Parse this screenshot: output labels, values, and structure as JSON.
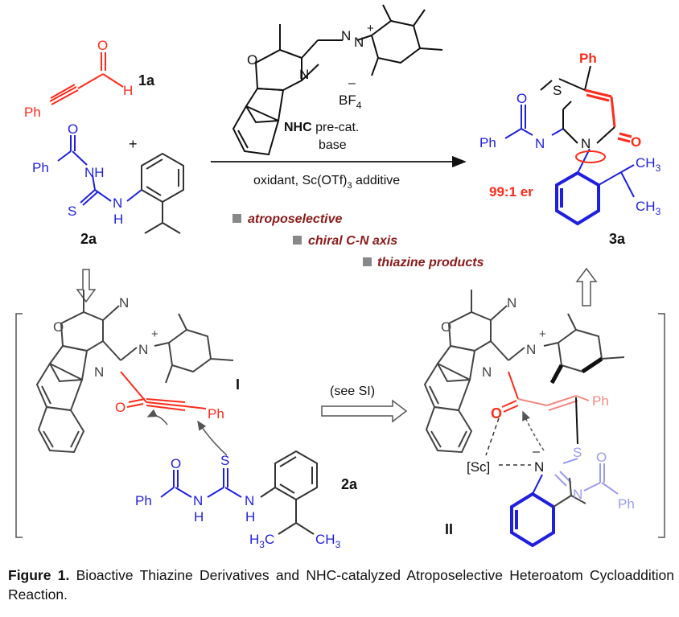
{
  "colors": {
    "red": "#ff2a1a",
    "blue": "#1f1fe0",
    "dark_red": "#8b1a1a",
    "gray": "#444444",
    "black": "#111111",
    "pale_red": "#f08a80",
    "pale_blue": "#9b9bf0"
  },
  "labels": {
    "ph_1a": "Ph",
    "h_1a": "H",
    "o_1a": "O",
    "num_1a": "1a",
    "plus": "+",
    "ph_2a": "Ph",
    "o_2a": "O",
    "nh1_2a": "NH",
    "s_2a": "S",
    "nh2_n_2a": "N",
    "nh2_h_2a": "H",
    "num_2a": "2a",
    "cat_o": "O",
    "cat_n_a": "N",
    "cat_n_b": "N",
    "cat_n_c": "N",
    "cat_plus": "+",
    "bf4": "BF",
    "bf4_sub": "4",
    "bf4_minus": "–",
    "nhc_bold": "NHC",
    "nhc_rest": " pre-cat.",
    "base": "base",
    "oxidant_pre": "oxidant, Sc(OTf)",
    "oxidant_sub": "3",
    "oxidant_post": " additive",
    "feature_1": "atroposelective",
    "feature_2": "chiral C-N axis",
    "feature_3": "thiazine products",
    "p_ph_top": "Ph",
    "p_s": "S",
    "p_o_amide": "O",
    "p_ph_left": "Ph",
    "p_n_imine": "N",
    "p_n_ring": "N",
    "p_o_keto": "O",
    "ch3_top": "CH",
    "ch3_top_sub": "3",
    "ch3_bot": "CH",
    "ch3_bot_sub": "3",
    "er": "99:1 er",
    "num_3a": "3a",
    "i_o": "O",
    "i_n_a": "N",
    "i_n_b": "N",
    "i_n_c": "N",
    "i_plus": "+",
    "i_label": "I",
    "i_o_acyl": "O",
    "i_ph": "Ph",
    "i_s": "S",
    "i_o_amide": "O",
    "i_ph_amide": "Ph",
    "i_n1": "N",
    "i_h1": "H",
    "i_n2": "N",
    "i_h2": "H",
    "h3c": "H",
    "h3c_sub": "3",
    "h3c_c": "C",
    "i_ch3": "CH",
    "i_ch3_sub": "3",
    "i_num_2a": "2a",
    "see_si": "(see SI)",
    "ii_o": "O",
    "ii_n_a": "N",
    "ii_n_b": "N",
    "ii_n_c": "N",
    "ii_plus": "+",
    "ii_o_acyl": "O",
    "ii_ph": "Ph",
    "ii_s": "S",
    "ii_sc": "[Sc]",
    "ii_n_anion": "N",
    "ii_minus": "–",
    "ii_n_imine": "N",
    "ii_o_amide": "O",
    "ii_ph_amide": "Ph",
    "ii_label": "II"
  },
  "caption": {
    "bold": "Figure 1.",
    "text": " Bioactive Thiazine Derivatives and NHC-catalyzed Atroposelective Heteroatom Cycloaddition Reaction."
  }
}
